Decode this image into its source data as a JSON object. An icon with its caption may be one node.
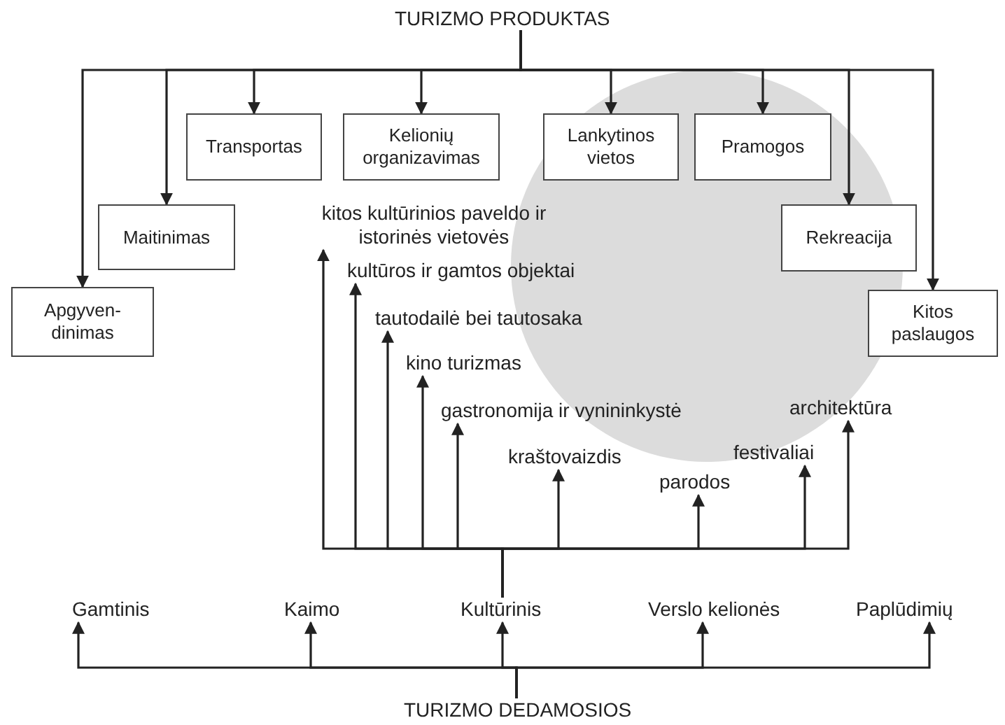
{
  "diagram": {
    "nodes": [
      {
        "text": [
          "TURIZMO PRODUKTAS"
        ]
      },
      {
        "text": [
          "Apgyven- dinimas"
        ]
      },
      {
        "text": [
          "Maitinimas"
        ]
      },
      {
        "text": [
          "Transportas"
        ]
      },
      {
        "text": [
          "Kelionių organizavimas"
        ]
      },
      {
        "text": [
          "Lankytinos vietos"
        ]
      },
      {
        "text": [
          "Pramogos"
        ]
      },
      {
        "text": [
          "Rekreacija"
        ]
      },
      {
        "text": [
          "Kitos paslaugos"
        ]
      },
      {
        "text": [
          "TURIZMO DEDAMOSIOS"
        ]
      },
      {
        "text": [
          "Gamtinis"
        ]
      },
      {
        "text": [
          "Kaimo"
        ]
      },
      {
        "text": [
          "Kultūrinis"
        ]
      },
      {
        "text": [
          "Verslo kelionės"
        ]
      },
      {
        "text": [
          "Paplūdimių"
        ]
      },
      {
        "text": [
          "kitos kultūrinios paveldo ir istorinės vietovės"
        ]
      },
      {
        "text": [
          "kultūros ir gamtos objektai"
        ]
      },
      {
        "text": [
          "tautodailė bei tautosaka"
        ]
      },
      {
        "text": [
          "kino turizmas"
        ]
      },
      {
        "text": [
          "gastronomija ir vynininkystė"
        ]
      },
      {
        "text": [
          "kraštovaizdis"
        ]
      },
      {
        "text": [
          "parodos"
        ]
      },
      {
        "text": [
          "festivaliai"
        ]
      },
      {
        "text": [
          "architektūra"
        ]
      }
    ],
    "edges": [
      {
        "from": 0,
        "to": 1,
        "arrow": "to"
      },
      {
        "from": 0,
        "to": 2,
        "arrow": "to"
      },
      {
        "from": 0,
        "to": 3,
        "arrow": "to"
      },
      {
        "from": 0,
        "to": 4,
        "arrow": "to"
      },
      {
        "from": 0,
        "to": 5,
        "arrow": "to"
      },
      {
        "from": 0,
        "to": 6,
        "arrow": "to"
      },
      {
        "from": 0,
        "to": 7,
        "arrow": "to"
      },
      {
        "from": 0,
        "to": 8,
        "arrow": "to"
      },
      {
        "from": 9,
        "to": 10,
        "arrow": "to"
      },
      {
        "from": 9,
        "to": 11,
        "arrow": "to"
      },
      {
        "from": 9,
        "to": 12,
        "arrow": "to"
      },
      {
        "from": 9,
        "to": 13,
        "arrow": "to"
      },
      {
        "from": 9,
        "to": 14,
        "arrow": "to"
      },
      {
        "from": 12,
        "to": 15,
        "arrow": "to"
      },
      {
        "from": 12,
        "to": 16,
        "arrow": "to"
      },
      {
        "from": 12,
        "to": 17,
        "arrow": "to"
      },
      {
        "from": 12,
        "to": 18,
        "arrow": "to"
      },
      {
        "from": 12,
        "to": 19,
        "arrow": "to"
      },
      {
        "from": 12,
        "to": 20,
        "arrow": "to"
      },
      {
        "from": 12,
        "to": 21,
        "arrow": "to"
      },
      {
        "from": 12,
        "to": 22,
        "arrow": "to"
      },
      {
        "from": 12,
        "to": 23,
        "arrow": "to"
      }
    ]
  }
}
